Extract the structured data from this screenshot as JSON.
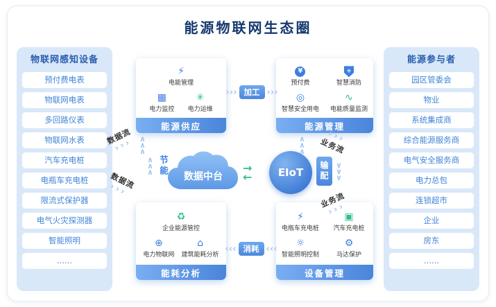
{
  "title": "能源物联网生态圈",
  "left_panel": {
    "header": "物联网感知设备",
    "items": [
      "预付费电表",
      "物联网电表",
      "多回路仪表",
      "物联网水表",
      "汽车充电桩",
      "电瓶车充电桩",
      "限流式保护器",
      "电气火灾探测器",
      "智能照明",
      "......"
    ]
  },
  "right_panel": {
    "header": "能源参与者",
    "items": [
      "园区管委会",
      "物业",
      "系统集成商",
      "综合能源服务商",
      "电气安全服务商",
      "电力总包",
      "连锁超市",
      "企业",
      "房东",
      "......"
    ]
  },
  "modules": {
    "supply": {
      "label": "能源供应",
      "features": [
        {
          "name": "电能管理",
          "glyph": "⚡"
        },
        {
          "name": "电力监控",
          "glyph": "▦"
        },
        {
          "name": "电力运维",
          "glyph": "✳"
        }
      ]
    },
    "management": {
      "label": "能源管理",
      "features": [
        {
          "name": "预付费",
          "glyph": "¥"
        },
        {
          "name": "智慧消防",
          "glyph": "+"
        },
        {
          "name": "智慧安全用电",
          "glyph": "◎"
        },
        {
          "name": "电能质量监测",
          "glyph": "∿"
        }
      ]
    },
    "analysis": {
      "label": "能耗分析",
      "features": [
        {
          "name": "企业能源管控",
          "glyph": "♻"
        },
        {
          "name": "电力物联网",
          "glyph": "⊕"
        },
        {
          "name": "建筑能耗分析",
          "glyph": "⌂"
        }
      ]
    },
    "devices": {
      "label": "设备管理",
      "features": [
        {
          "name": "电瓶车充电桩",
          "glyph": "⚡"
        },
        {
          "name": "汽车充电桩",
          "glyph": "▣"
        },
        {
          "name": "智能照明控制",
          "glyph": "☼"
        },
        {
          "name": "马达保护",
          "glyph": "⚙"
        }
      ]
    }
  },
  "center": {
    "cloud_label": "数据中台",
    "eiot_label": "EIoT"
  },
  "flows": {
    "processing": "加工",
    "consumption": "消耗",
    "energy_saving": "节能",
    "distribution": "输配",
    "data_flow_top": "数据流",
    "data_flow_bottom": "数据流",
    "business_flow_top": "业务流",
    "business_flow_bottom": "业务流"
  },
  "glyphs": {
    "chev_right": "›››",
    "chev_left": "‹‹‹",
    "chev_up": "∧",
    "chev_down": "∨",
    "arrow_right": "→",
    "arrow_left": "←"
  },
  "colors": {
    "accent_blue": "#3d7fe0",
    "deep_blue": "#16386f",
    "panel_blue": "#d9e8f9",
    "bar_gradient_start": "#79aef2",
    "bar_gradient_end": "#4a85db",
    "green": "#2ebe8c",
    "chevron": "#a9c7ee"
  }
}
